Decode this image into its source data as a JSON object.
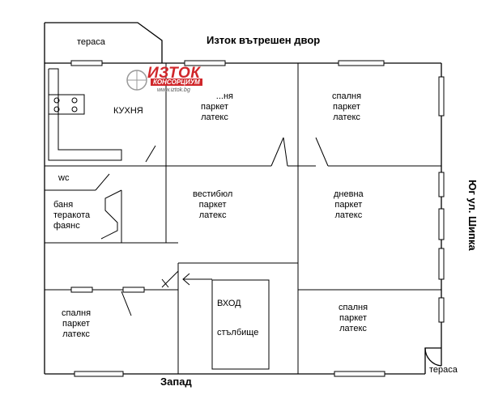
{
  "orientation": {
    "north_label": "Изток вътрешен двор",
    "south_label": "Запад",
    "east_label": "Юг ул. Шипка"
  },
  "logo": {
    "brand": "ИЗТОК",
    "subtitle": "КОНСОРЦИУМ",
    "url": "www.iztok.bg",
    "brand_color": "#d0272b"
  },
  "rooms": {
    "terrace_top": "тераса",
    "kitchen": "КУХНЯ",
    "bedroom_top_left": [
      "...ня",
      "паркет",
      "латекс"
    ],
    "bedroom_top_right": [
      "спалня",
      "паркет",
      "латекс"
    ],
    "wc": "wc",
    "bathroom": [
      "баня",
      "теракота",
      "фаянс"
    ],
    "vestibule": [
      "вестибюл",
      "паркет",
      "латекс"
    ],
    "living_room": [
      "дневна",
      "паркет",
      "латекс"
    ],
    "bedroom_bottom_left": [
      "спалня",
      "паркет",
      "латекс"
    ],
    "entrance": "ВХОД",
    "staircase": "стълбище",
    "bedroom_bottom_right": [
      "спалня",
      "паркет",
      "латекс"
    ],
    "terrace_bottom": "тераса"
  }
}
